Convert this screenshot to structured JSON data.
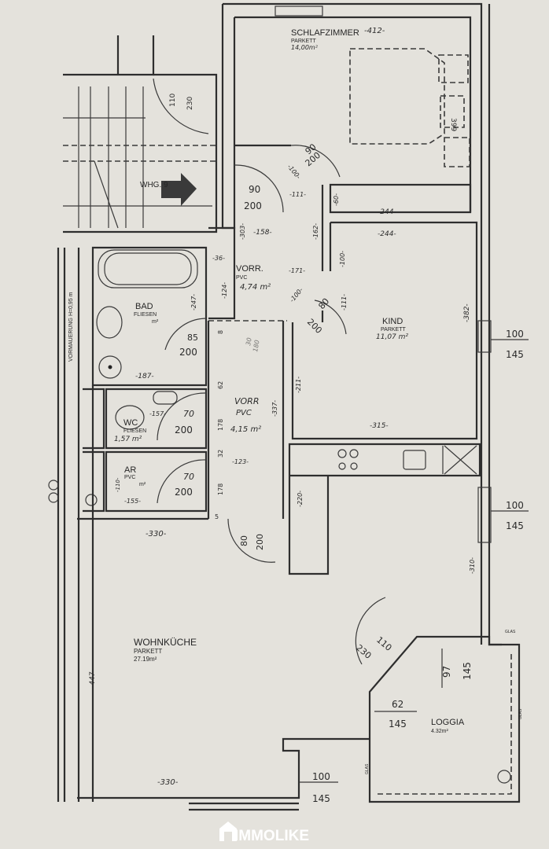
{
  "plan": {
    "rooms": {
      "schlafzimmer": {
        "name": "SCHLAFZIMMER",
        "floor": "PARKETT",
        "area": "14,00m²",
        "width": "-412-",
        "depth": "399"
      },
      "vorraum1": {
        "name": "VORR.",
        "floor": "PVC",
        "area": "4,74 m²"
      },
      "bad": {
        "name": "BAD",
        "floor": "FLIESEN",
        "area": "m²"
      },
      "kind": {
        "name": "KIND",
        "floor": "PARKETT",
        "area": "11,07 m²"
      },
      "wc": {
        "name": "WC",
        "floor": "FLIESEN",
        "area": "1,57 m²"
      },
      "vorraum2": {
        "name": "VORR",
        "floor": "PVC",
        "area": "4,15 m²"
      },
      "ar": {
        "name": "AR",
        "floor": "PVC",
        "area": "m²"
      },
      "wohnkueche": {
        "name": "WOHNKÜCHE",
        "floor": "PARKETT",
        "area": "27.19m²"
      },
      "loggia": {
        "name": "LOGGIA",
        "area": "4.32m²"
      }
    },
    "stair_label": "WHG. 9",
    "side_note": "VORMAUERUNG H=0,95 m",
    "dimensions": [
      "-244-",
      "-244-",
      "-60-",
      "-111-",
      "-100-",
      "-303-",
      "-158-",
      "-162-",
      "-36-",
      "-124-",
      "-247-",
      "-187-",
      "-171-",
      "-100-",
      "-111-",
      "-100-",
      "-382-",
      "-211-",
      "-315-",
      "-337-",
      "-157-",
      "-155-",
      "-110-",
      "-123-",
      "62",
      "178",
      "32",
      "178",
      "8",
      "5",
      "-220-",
      "-330-",
      "-330-",
      "-447-",
      "-310-"
    ],
    "doors": [
      {
        "w": "110",
        "h": "230"
      },
      {
        "w": "90",
        "h": "200"
      },
      {
        "w": "90",
        "h": "200"
      },
      {
        "w": "80",
        "h": "200"
      },
      {
        "w": "85",
        "h": "200"
      },
      {
        "w": "70",
        "h": "200"
      },
      {
        "w": "70",
        "h": "200"
      },
      {
        "w": "80",
        "h": "200"
      },
      {
        "w": "110",
        "h": "230"
      },
      {
        "w": "30",
        "h": "180"
      }
    ],
    "windows": [
      {
        "w": "100",
        "h": "145"
      },
      {
        "w": "100",
        "h": "145"
      },
      {
        "w": "97",
        "h": "145"
      },
      {
        "w": "62",
        "h": "145"
      },
      {
        "w": "100",
        "h": "145"
      }
    ],
    "glas_label": "GLAS"
  },
  "watermark": "IMMOLIKE"
}
